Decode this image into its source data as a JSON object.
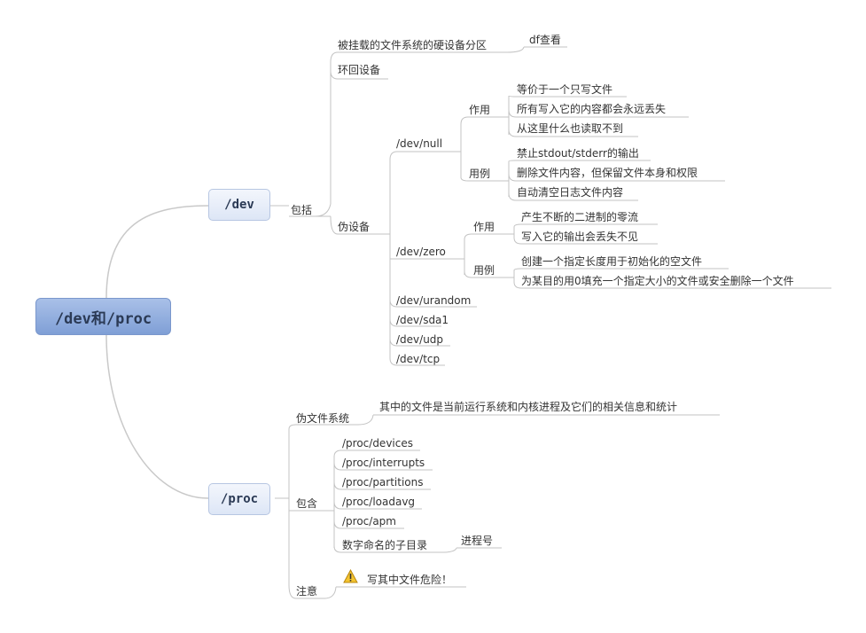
{
  "central": "/dev和/proc",
  "dev": {
    "title": "/dev",
    "includes_label": "包括",
    "partition": "被挂载的文件系统的硬设备分区",
    "df_cmd": "df查看",
    "loop": "环回设备",
    "pseudo": "伪设备",
    "null": {
      "name": "/dev/null",
      "function_label": "作用",
      "functions": [
        "等价于一个只写文件",
        "所有写入它的内容都会永远丢失",
        "从这里什么也读取不到"
      ],
      "usage_label": "用例",
      "usages": [
        "禁止stdout/stderr的输出",
        "删除文件内容，但保留文件本身和权限",
        "自动清空日志文件内容"
      ]
    },
    "zero": {
      "name": "/dev/zero",
      "function_label": "作用",
      "functions": [
        "产生不断的二进制的零流",
        "写入它的输出会丢失不见"
      ],
      "usage_label": "用例",
      "usages": [
        "创建一个指定长度用于初始化的空文件",
        "为某目的用0填充一个指定大小的文件或安全删除一个文件"
      ]
    },
    "others": [
      "/dev/urandom",
      "/dev/sda1",
      "/dev/udp",
      "/dev/tcp"
    ]
  },
  "proc": {
    "title": "/proc",
    "pseudo_fs_label": "伪文件系统",
    "pseudo_fs_desc": "其中的文件是当前运行系统和内核进程及它们的相关信息和统计",
    "contains_label": "包含",
    "items": [
      "/proc/devices",
      "/proc/interrupts",
      "/proc/partitions",
      "/proc/loadavg",
      "/proc/apm"
    ],
    "numeric_dirs": "数字命名的子目录",
    "pid": "进程号",
    "note_label": "注意",
    "note": "写其中文件危险！",
    "note_icon": "warning-icon"
  }
}
